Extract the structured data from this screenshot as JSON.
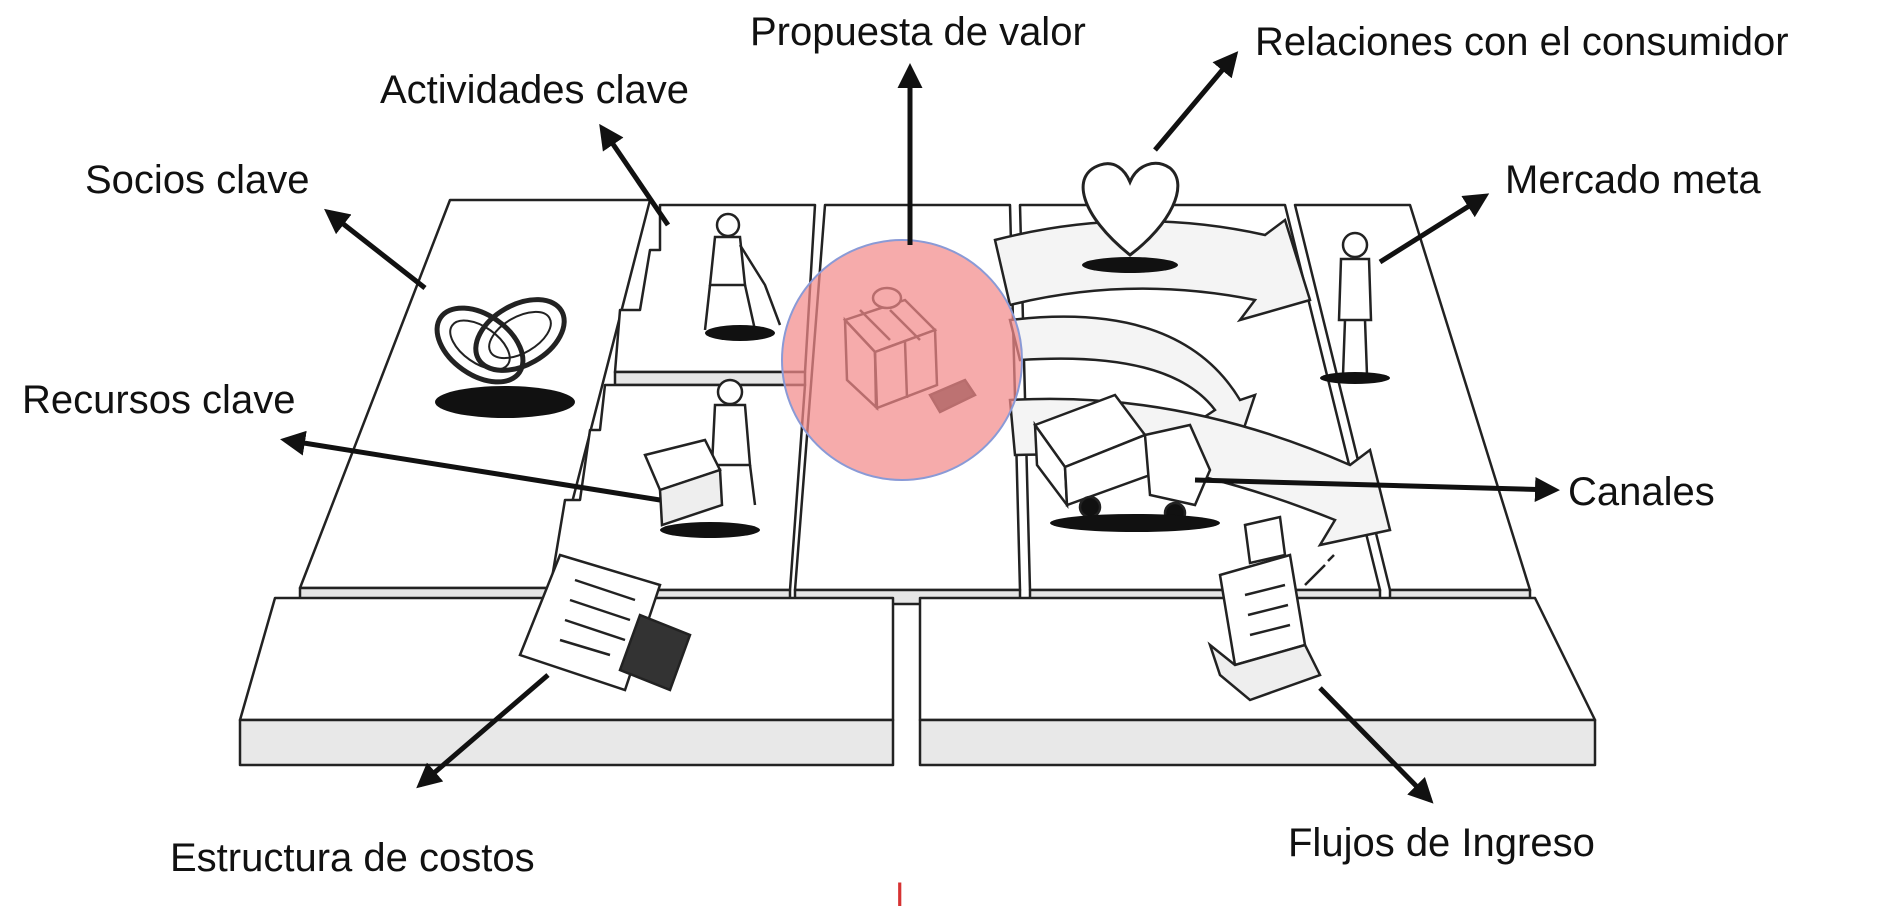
{
  "labels": {
    "propuesta": "Propuesta de valor",
    "relaciones": "Relaciones con el consumidor",
    "actividades": "Actividades clave",
    "socios": "Socios clave",
    "mercado": "Mercado meta",
    "recursos": "Recursos clave",
    "canales": "Canales",
    "costos": "Estructura de costos",
    "ingresos": "Flujos de Ingreso"
  },
  "footer_mark": "I",
  "colors": {
    "line": "#222222",
    "panel_fill": "#ffffff",
    "panel_edge": "#dedede",
    "highlight": "#f28b8b",
    "highlight_stroke": "#8a9ad6",
    "footer_mark": "#d63333"
  },
  "icons": {
    "socios": "interlocked-rings-icon",
    "actividades": "worker-icon",
    "recursos": "person-with-machine-icon",
    "propuesta": "gift-box-icon",
    "relaciones": "heart-icon",
    "mercado": "standing-person-icon",
    "canales": "delivery-truck-icon",
    "ingresos": "cash-register-icon",
    "costos": "receipt-icon"
  },
  "highlighted_block": "propuesta"
}
